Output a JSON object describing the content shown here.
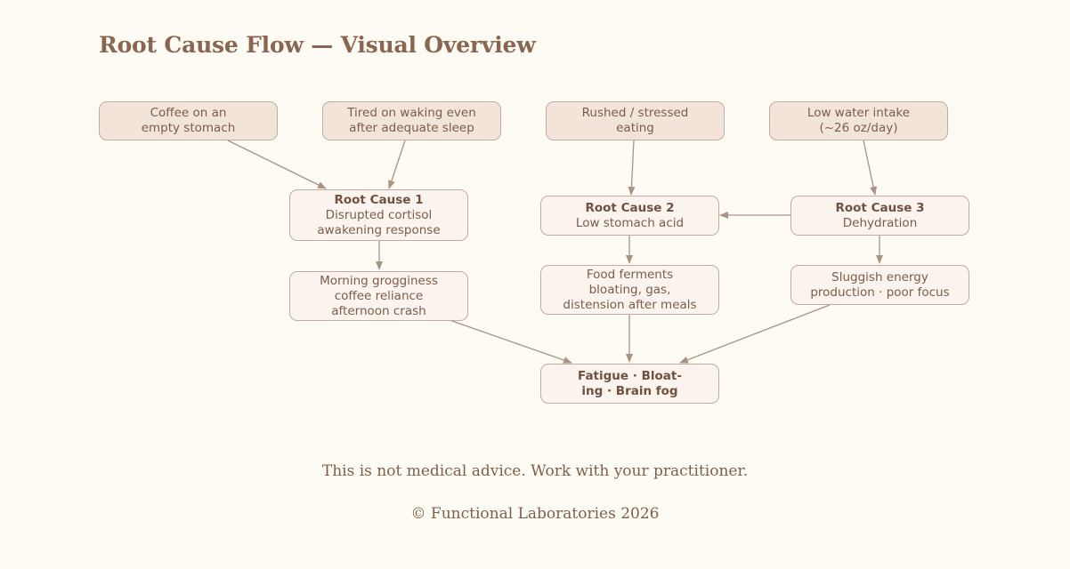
{
  "title": "Root Cause Flow — Visual Overview",
  "colors": {
    "background": "#fdfbf4",
    "input_fill": "#f3e4da",
    "node_fill": "#fbf3ee",
    "border": "#c4aba0",
    "arrow": "#a89385",
    "text": "#7a5d4a"
  },
  "nodes": {
    "coffee": "Coffee on an\nempty stomach",
    "tired": "Tired on waking even\nafter adequate sleep",
    "rushed": "Rushed / stressed\neating",
    "water": "Low water intake\n(~26 oz/day)",
    "rc1_title": "Root Cause 1",
    "rc1_desc": "Disrupted cortisol\nawakening response",
    "rc2_title": "Root Cause 2",
    "rc2_desc": "Low stomach acid",
    "rc3_title": "Root Cause 3",
    "rc3_desc": "Dehydration",
    "morning": "Morning grogginess\ncoffee reliance\nafternoon crash",
    "ferment": "Food ferments\nbloating, gas,\ndistension after meals",
    "sluggish": "Sluggish energy\nproduction · poor focus",
    "outcome": "Fatigue · Bloat-\ning · Brain fog"
  },
  "footer": {
    "disclaimer": "This is not medical advice. Work with your practitioner.",
    "copyright": "© Functional Laboratories 2026"
  }
}
